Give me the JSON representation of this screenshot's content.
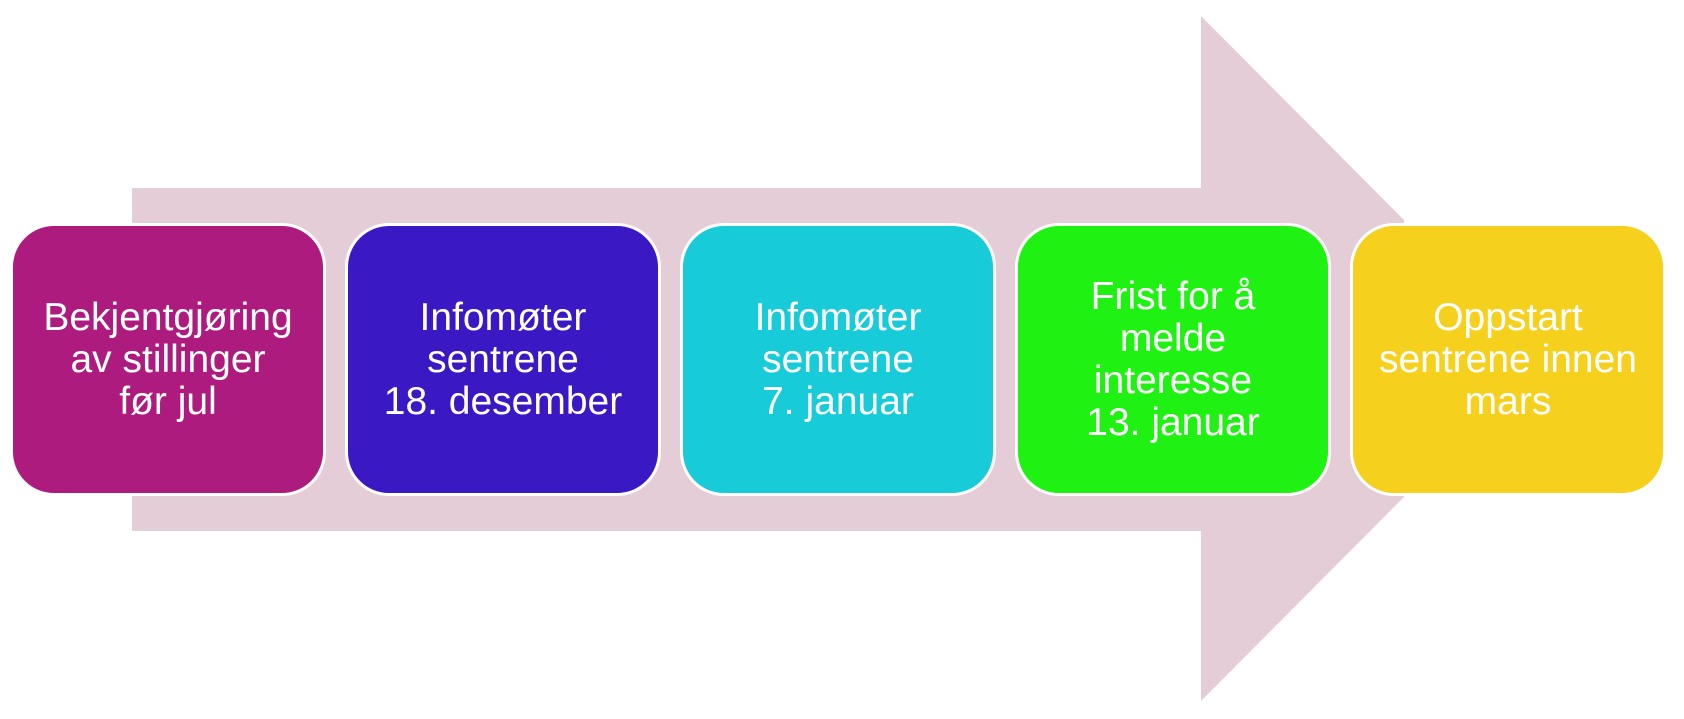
{
  "diagram": {
    "arrow_color": "#e5cdd8",
    "steps": [
      {
        "label": "Bekjentgjøring\nav stillinger\nfør jul",
        "color": "#ae1b7e"
      },
      {
        "label": "Infomøter\nsentrene\n18. desember",
        "color": "#3a18c4"
      },
      {
        "label": "Infomøter\nsentrene\n7. januar",
        "color": "#17cbd8"
      },
      {
        "label": "Frist for å\nmelde\ninteresse\n13. januar",
        "color": "#1ff112"
      },
      {
        "label": "Oppstart\nsentrene innen\nmars",
        "color": "#f5d01c"
      }
    ]
  }
}
